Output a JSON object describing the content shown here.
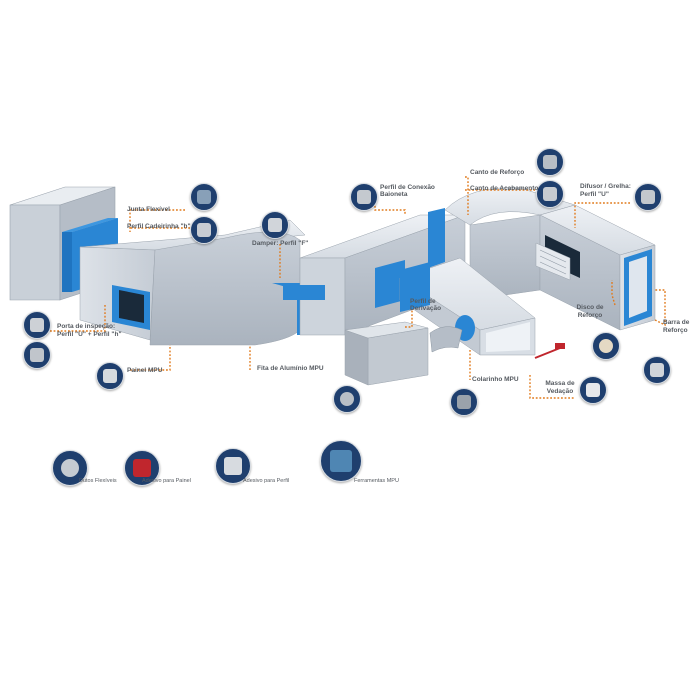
{
  "labels": {
    "junta_flexivel": "Junta Flexível",
    "perfil_cadeirinha": "Perfil Cadeirinha \"h\"",
    "damper": "Damper: Perfil \"F\"",
    "perfil_conexao": "Perfil de Conexão",
    "baioneta": "Baioneta",
    "canto_reforco": "Canto de Reforço",
    "canto_acabamento": "Canto de Acabamento",
    "difusor_grelha": "Difusor / Grelha:",
    "difusor_perfil": "Perfil \"U\"",
    "porta_inspecao": "Porta de inspeção:",
    "porta_perfis": "Perfil \"U\" + Perfil \"h\"",
    "perfil_derivacao": "Perfil de",
    "derivacao": "Derivação",
    "disco_reforco": "Disco de",
    "reforco": "Reforço",
    "barra_reforco": "Barra de",
    "barra_reforco2": "Reforço",
    "painel_mpu": "Painel MPU",
    "fita_aluminio": "Fita de Alumínio MPU",
    "colarinho": "Colarinho MPU",
    "massa_vedacao": "Massa de",
    "vedacao": "Vedação",
    "dutos_flexiveis": "Dutos Flexíveis",
    "adesivo_painel": "Adesivo para Painel",
    "adesivo_perfil": "Adesivo para Perfil",
    "ferramentas": "Ferramentas MPU"
  },
  "icons": [
    "duct-flex-joint-icon",
    "profile-h-icon",
    "damper-profile-icon",
    "bayonet-profile-icon",
    "corner-reinforcement-icon",
    "corner-finish-icon",
    "diffuser-profile-icon",
    "inspection-door-profile-u-icon",
    "inspection-door-profile-h-icon",
    "panel-mpu-icon",
    "aluminum-tape-icon",
    "collar-icon",
    "sealant-icon",
    "reinforcement-disc-icon",
    "reinforcement-bar-icon",
    "flexible-duct-icon",
    "panel-adhesive-icon",
    "profile-adhesive-icon",
    "tools-icon"
  ],
  "colors": {
    "duct": "#dfe4ea",
    "duct_shade": "#b9c1cb",
    "flange_blue": "#2a86d4",
    "leader": "#e07a1c",
    "icon_bg": "#1f3f6e"
  }
}
